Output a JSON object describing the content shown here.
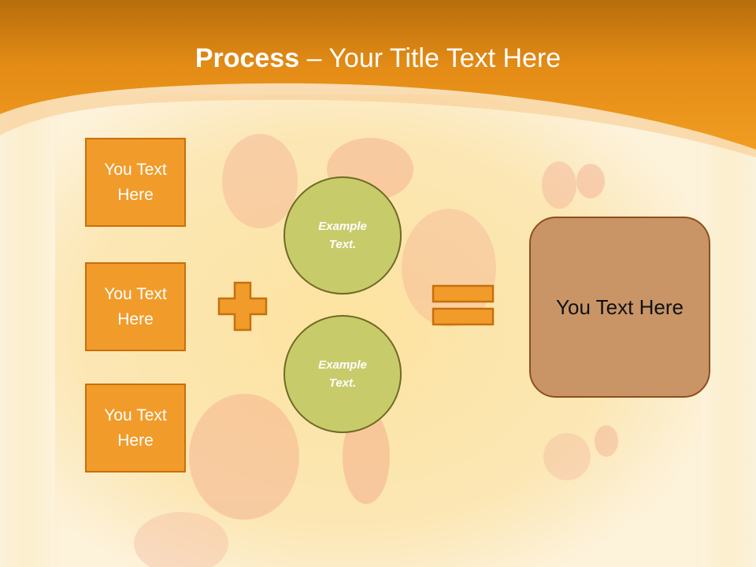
{
  "title": {
    "bold": "Process",
    "dash": "–",
    "rest": "Your Title Text Here"
  },
  "left_boxes": [
    {
      "label": "You Text Here"
    },
    {
      "label": "You Text Here"
    },
    {
      "label": "You Text Here"
    }
  ],
  "circles": [
    {
      "label": "Example Text."
    },
    {
      "label": "Example Text."
    }
  ],
  "result_box": {
    "label": "You Text Here"
  },
  "colors": {
    "header_orange": "#ee9a1e",
    "box_orange": "#f19b2a",
    "circle_green": "#c8cb6a",
    "result_brown": "#c99567"
  },
  "icons": {
    "plus": "plus-icon",
    "equals": "equals-icon"
  }
}
